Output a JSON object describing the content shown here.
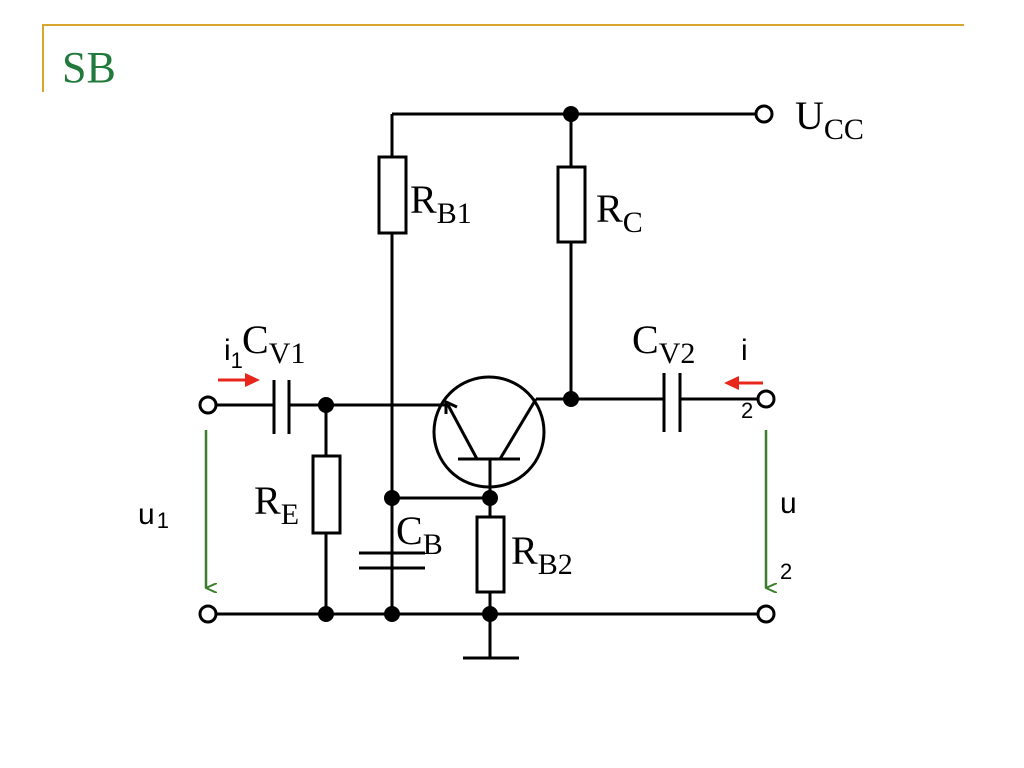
{
  "slide": {
    "title": "SB"
  },
  "circuit": {
    "labels": {
      "ucc": {
        "main": "U",
        "sub": "CC"
      },
      "rb1": {
        "main": "R",
        "sub": "B1"
      },
      "rc": {
        "main": "R",
        "sub": "C"
      },
      "cv1": {
        "main": "C",
        "sub": "V1"
      },
      "cv2": {
        "main": "C",
        "sub": "V2"
      },
      "re": {
        "main": "R",
        "sub": "E"
      },
      "cb": {
        "main": "C",
        "sub": "B"
      },
      "rb2": {
        "main": "R",
        "sub": "B2"
      },
      "i1": {
        "main": "i",
        "sub": "1"
      },
      "i2": {
        "main": "i",
        "sub": "2"
      },
      "u1": {
        "main": "u",
        "sub": "1"
      },
      "u2": {
        "main": "u",
        "sub": "2"
      }
    },
    "colors": {
      "wire": "#000000",
      "current_arrow": "#e8261c",
      "voltage_arrow": "#3a7d2c"
    }
  }
}
